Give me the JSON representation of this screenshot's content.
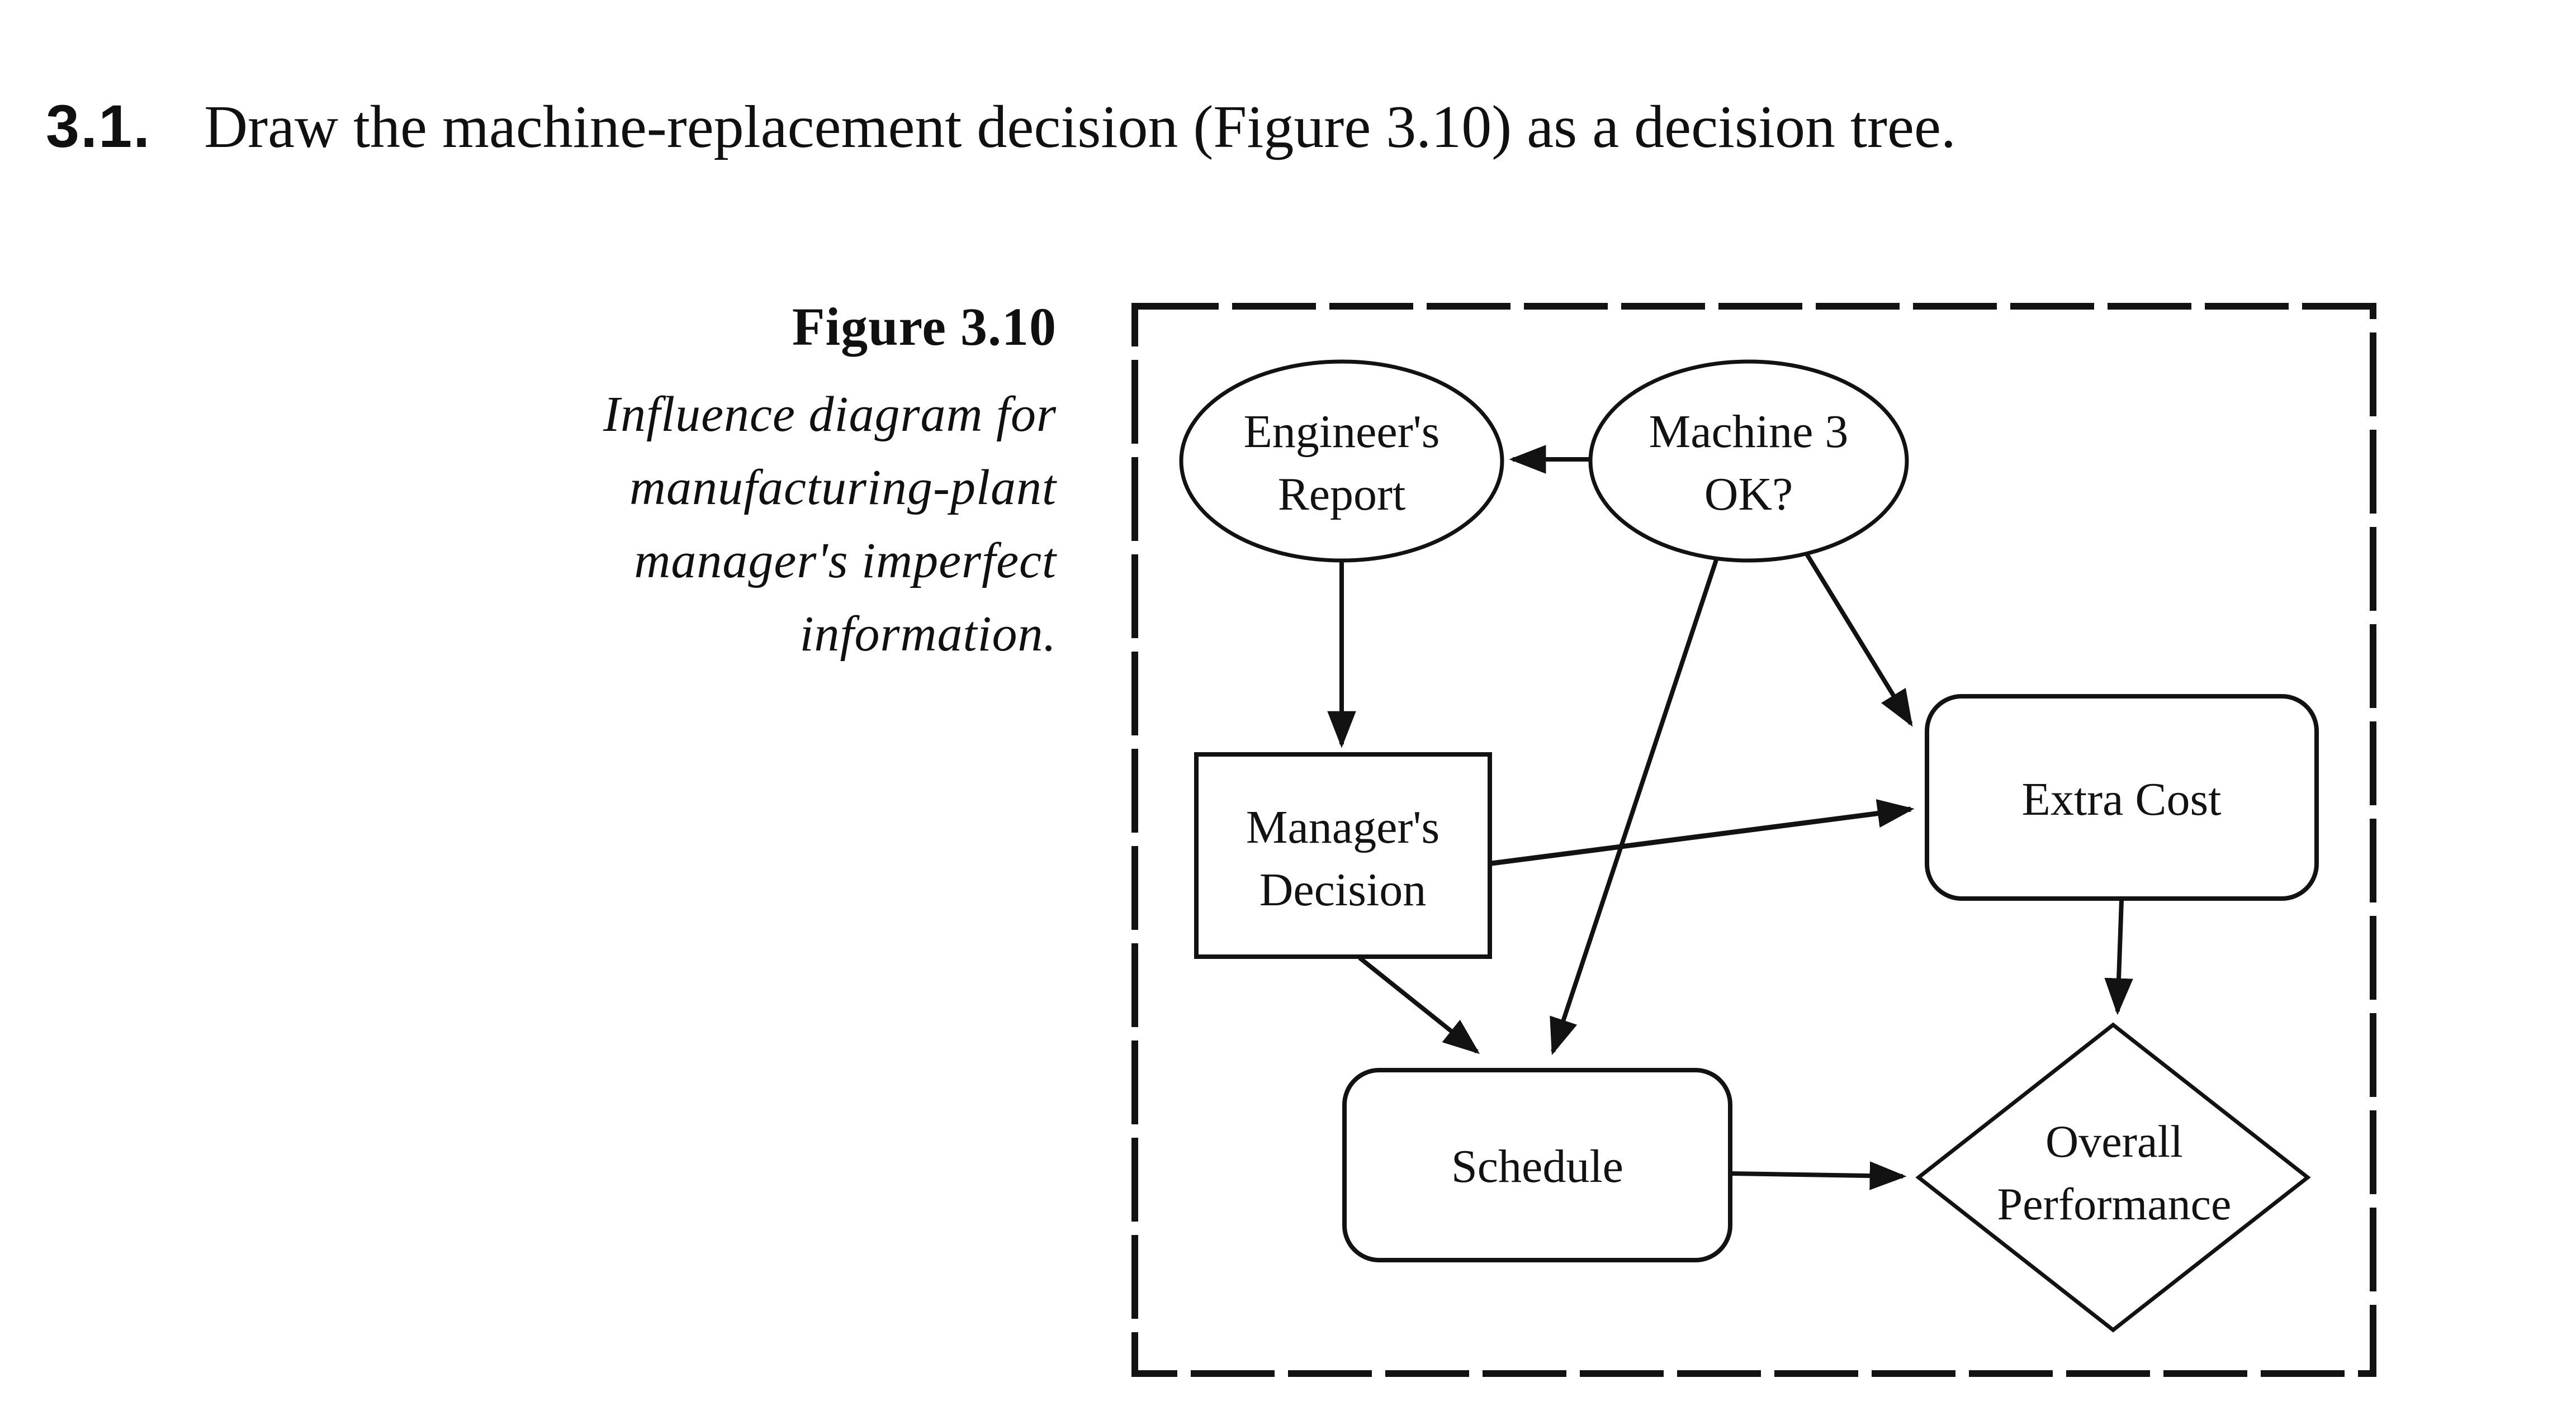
{
  "problem": {
    "number": "3.1.",
    "text": "Draw the machine-replacement decision (Figure 3.10) as a decision tree."
  },
  "figure": {
    "caption": {
      "title": "Figure 3.10",
      "lines": [
        "Influence diagram for",
        "manufacturing-plant",
        "manager's imperfect",
        "information."
      ]
    },
    "nodes": {
      "engineers_report": {
        "shape": "oval",
        "role": "chance-node",
        "lines": [
          "Engineer's",
          "Report"
        ]
      },
      "machine3_ok": {
        "shape": "oval",
        "role": "chance-node",
        "lines": [
          "Machine 3",
          "OK?"
        ]
      },
      "managers_decision": {
        "shape": "rectangle",
        "role": "decision-node",
        "lines": [
          "Manager's",
          "Decision"
        ]
      },
      "extra_cost": {
        "shape": "rounded-rectangle",
        "role": "intermediate-node",
        "lines": [
          "Extra Cost"
        ]
      },
      "schedule": {
        "shape": "rounded-rectangle",
        "role": "intermediate-node",
        "lines": [
          "Schedule"
        ]
      },
      "overall_performance": {
        "shape": "diamond",
        "role": "value-node",
        "lines": [
          "Overall",
          "Performance"
        ]
      }
    },
    "edges": [
      {
        "from": "machine3_ok",
        "to": "engineers_report"
      },
      {
        "from": "engineers_report",
        "to": "managers_decision"
      },
      {
        "from": "machine3_ok",
        "to": "extra_cost"
      },
      {
        "from": "machine3_ok",
        "to": "schedule"
      },
      {
        "from": "managers_decision",
        "to": "extra_cost"
      },
      {
        "from": "managers_decision",
        "to": "schedule"
      },
      {
        "from": "extra_cost",
        "to": "overall_performance"
      },
      {
        "from": "schedule",
        "to": "overall_performance"
      }
    ],
    "colors": {
      "ink": "#121212",
      "paper": "#ffffff"
    }
  }
}
